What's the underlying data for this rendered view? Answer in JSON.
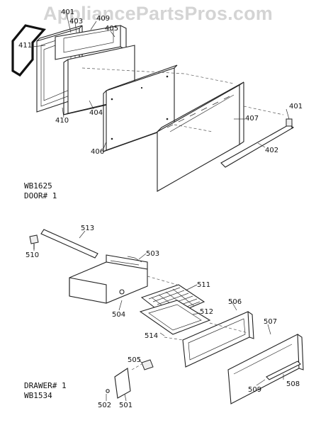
{
  "watermark": "AppliancePartsPros.com",
  "door": {
    "caption_line1": "WB1625",
    "caption_line2": "DOOR# 1",
    "labels": [
      "401",
      "403",
      "409",
      "405",
      "411",
      "410",
      "404",
      "406",
      "407",
      "401",
      "402"
    ]
  },
  "drawer": {
    "caption_line1": "DRAWER# 1",
    "caption_line2": "WB1534",
    "labels": [
      "513",
      "510",
      "503",
      "511",
      "504",
      "512",
      "506",
      "514",
      "507",
      "505",
      "501",
      "502",
      "509",
      "508"
    ]
  }
}
